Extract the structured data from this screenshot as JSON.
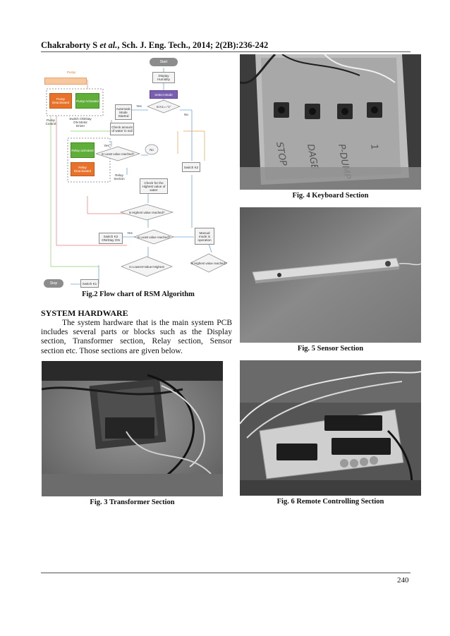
{
  "header": {
    "authors": "Chakraborty S",
    "etal": "et al.",
    "journal": ", Sch. J. Eng. Tech., 2014; 2(2B):236-242"
  },
  "flowchart": {
    "caption": "Fig.2 Flow chart of RSM Algorithm",
    "nodes": {
      "pump": "Pump",
      "start": "Start",
      "display_humidity": "Display Humidity",
      "select_mode": "Select Mode",
      "pump_deactivated": "Pump Deactivated",
      "pump_activated": "Pump Activated",
      "pump_control": "Pump Control",
      "switch_motor": "Switch ON/stay ON Motor Driver",
      "automatic_mode": "Automatic Mode Started",
      "yes1": "Yes",
      "if_k1": "Is K1==\"1\"",
      "no1": "No",
      "check_water": "Check amount of water in soil",
      "relay_activated": "Relay activated",
      "yes2": "Yes",
      "least_value": "Is Least value reached?",
      "no2": "No",
      "switch_k2_right": "Switch K2",
      "relay_deactivated": "Relay Deactivated",
      "relay_section": "Relay Section",
      "check_highest": "Check for the Highest value of water",
      "highest_reached": "Is Highest value reached?",
      "manual_mode": "Manual mode in operation",
      "switch_k2_on": "Switch K2 ON/Stay ON",
      "yes3": "Yes",
      "least_reached2": "Is Least value reached?",
      "highest_reached2": "Is Highest value reached?",
      "range_check": "Is Lowest<Value<Highest",
      "stop": "Stop",
      "switch_k1": "Switch K1"
    }
  },
  "section": {
    "title": "SYSTEM HARDWARE",
    "text": "The system hardware that is the main system PCB includes several parts or blocks such as the Display section, Transformer section, Relay section, Sensor section etc. Those sections are given below."
  },
  "figures": {
    "fig3": "Fig. 3 Transformer Section",
    "fig4": "Fig. 4 Keyboard Section",
    "fig5": "Fig. 5 Sensor Section",
    "fig6": "Fig. 6 Remote Controlling Section"
  },
  "keyboard_labels": [
    "STOP",
    "DAGE",
    "P-DUMP",
    "1"
  ],
  "page_number": "240",
  "colors": {
    "orange": "#e8722a",
    "green": "#5fae3a",
    "purple": "#7a5fb0",
    "peach": "#f7c79e",
    "gray_term": "#8c8c8c"
  }
}
